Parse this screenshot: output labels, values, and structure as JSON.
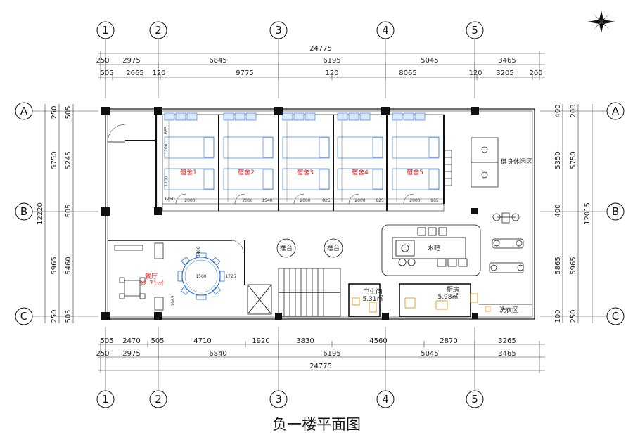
{
  "title": "负一楼平面图",
  "axes_top": [
    "1",
    "2",
    "3",
    "4",
    "5"
  ],
  "axes_bottom": [
    "1",
    "2",
    "3",
    "4",
    "5"
  ],
  "axes_left": [
    "A",
    "B",
    "C"
  ],
  "axes_right": [
    "A",
    "B",
    "C"
  ],
  "dims": {
    "top_total": "24775",
    "top_row1": [
      "250",
      "2975",
      "6845",
      "6195",
      "5045",
      "3465"
    ],
    "top_row2": [
      "505",
      "2665",
      "120",
      "9775",
      "120",
      "8065",
      "120",
      "3205",
      "200"
    ],
    "bottom_row1": [
      "505",
      "2470",
      "505",
      "4710",
      "1920",
      "3830",
      "4560",
      "2870",
      "3265"
    ],
    "bottom_row2": [
      "250",
      "2975",
      "6840",
      "6195",
      "5045",
      "3465"
    ],
    "bottom_total": "24775",
    "left_outer": [
      "250",
      "5750",
      "5965",
      "250"
    ],
    "left_inner": [
      "505",
      "5245",
      "505",
      "5460",
      "505"
    ],
    "left_total": "12220",
    "right_inner": [
      "400",
      "5350",
      "400",
      "5865",
      "100"
    ],
    "right_outer": [
      "200",
      "5750",
      "5965",
      "250"
    ],
    "right_total": "12015"
  },
  "rooms": {
    "dorms": [
      "宿舍1",
      "宿舍2",
      "宿舍3",
      "宿舍4",
      "宿舍5"
    ],
    "dining": "餐厅",
    "dining_area": "32.71㎡",
    "bathroom": "卫生间",
    "bathroom_area": "5.31㎡",
    "kitchen": "厨房",
    "kitchen_area": "5.98㎡",
    "bar": "水吧",
    "gym": "健身休闲区",
    "laundry": "洗衣区",
    "display1": "摆台",
    "display2": "摆台"
  },
  "table_dims": [
    "1500",
    "1725",
    "1400",
    "1985"
  ],
  "dorm_dims": {
    "widths": [
      "2000",
      "2000",
      "2000",
      "2000",
      "2000"
    ],
    "extras": [
      "1250",
      "1540",
      "825",
      "825",
      "965"
    ],
    "heights": [
      "855",
      "1200",
      "1200"
    ]
  },
  "colors": {
    "line": "#111111",
    "column": "#111111",
    "furniture_blue": "#2a6fd6",
    "accent_orange": "#e08a00",
    "room_red": "#dd2222"
  },
  "icons": {
    "compass": "compass-rose-icon"
  }
}
